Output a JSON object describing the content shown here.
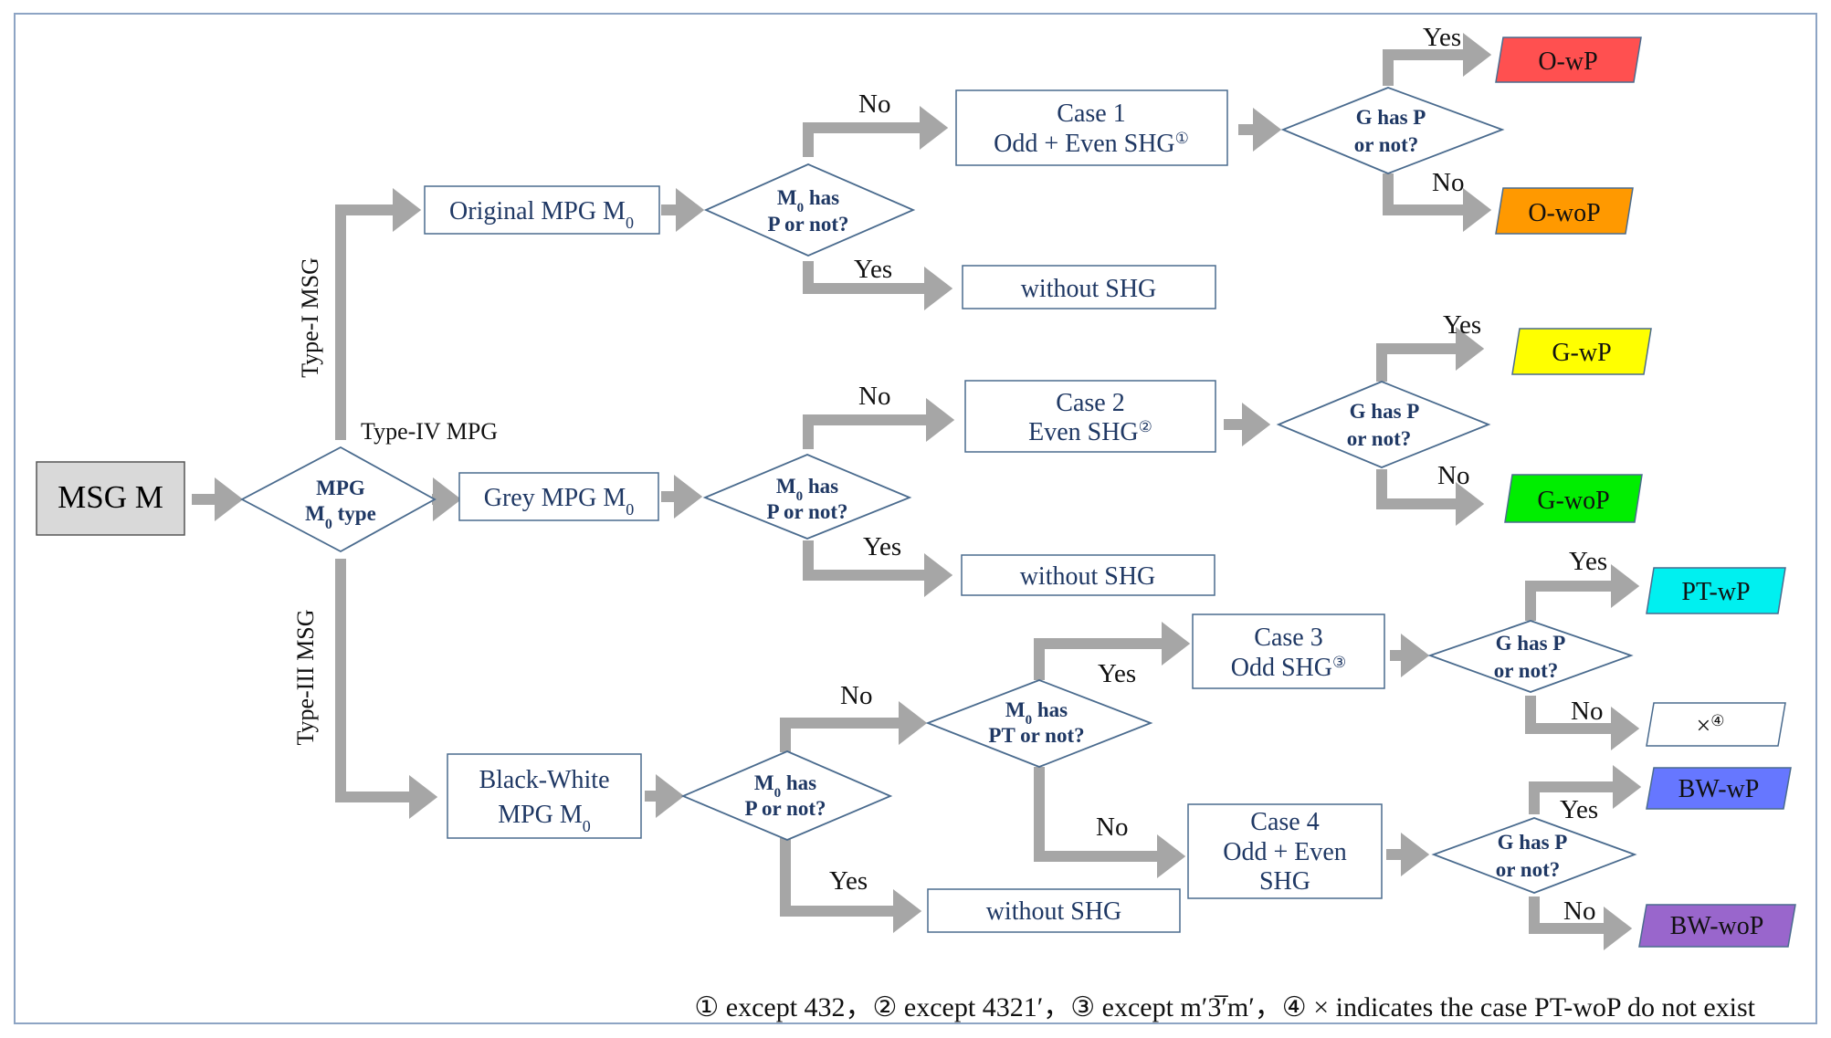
{
  "start": "MSG M",
  "type_decision": [
    "MPG",
    "M",
    "0",
    " type"
  ],
  "branches": {
    "type_i": "Type-I MSG",
    "type_iv": "Type-IV MPG",
    "type_iii": "Type-III MSG"
  },
  "nodes": {
    "original": {
      "main": "Original MPG M",
      "sub": "0"
    },
    "grey": {
      "main": "Grey MPG M",
      "sub": "0"
    },
    "bw_line1": "Black-White",
    "bw_line2": {
      "main": "MPG M",
      "sub": "0"
    }
  },
  "decisions": {
    "m0_has": {
      "main": "M",
      "sub": "0",
      "rest": " has"
    },
    "p_or_not": "P or not?",
    "pt_or_not": "PT or not?",
    "g_has_p": "G has P",
    "or_not": "or not?"
  },
  "cases": {
    "case1": {
      "title": "Case 1",
      "body": "Odd + Even SHG",
      "mark": "①"
    },
    "case2": {
      "title": "Case 2",
      "body": "Even SHG",
      "mark": "②"
    },
    "case3": {
      "title": "Case 3",
      "body": "Odd SHG",
      "mark": "③"
    },
    "case4": {
      "title": "Case 4",
      "line2": "Odd + Even",
      "line3": "SHG"
    }
  },
  "without_shg": "without  SHG",
  "edges": {
    "yes": "Yes",
    "no": "No"
  },
  "outcomes": {
    "o_wp": {
      "label": "O-wP",
      "color": "#ff5050"
    },
    "o_wop": {
      "label": "O-woP",
      "color": "#ff9900"
    },
    "g_wp": {
      "label": "G-wP",
      "color": "#ffff00"
    },
    "g_wop": {
      "label": "G-woP",
      "color": "#00ee00"
    },
    "pt_wp": {
      "label": "PT-wP",
      "color": "#00f0f0"
    },
    "pt_none": {
      "label": "×",
      "mark": "④",
      "color": "#ffffff"
    },
    "bw_wp": {
      "label": "BW-wP",
      "color": "#6677ff"
    },
    "bw_wop": {
      "label": "BW-woP",
      "color": "#9966cc"
    }
  },
  "footnote": "① except 432，② except 4321′，③ except m′3̅′m′，④ × indicates the case PT-woP do not exist",
  "colors": {
    "arrow": "#a6a6a6",
    "node_border": "#4a6b8e",
    "node_text": "#1f3864",
    "start_fill": "#d9d9d9"
  }
}
